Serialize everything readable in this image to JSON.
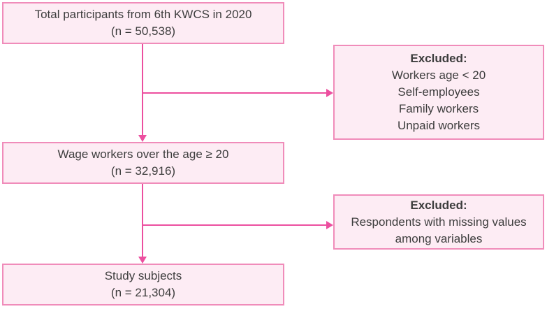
{
  "flowchart": {
    "colors": {
      "box_border": "#f08cba",
      "box_fill": "#fdecf4",
      "arrow": "#ec4f9f",
      "text": "#3d3d3d",
      "background": "#ffffff"
    },
    "boxes": {
      "total": {
        "label": "Total participants from 6th KWCS in 2020",
        "n": "(n = 50,538)"
      },
      "excluded1": {
        "title": "Excluded:",
        "items": [
          "Workers age < 20",
          "Self-employees",
          "Family workers",
          "Unpaid workers"
        ]
      },
      "wage": {
        "label": "Wage workers over the age ≥ 20",
        "n": "(n = 32,916)"
      },
      "excluded2": {
        "title": "Excluded:",
        "items": [
          "Respondents with missing values among variables"
        ]
      },
      "study": {
        "label": "Study subjects",
        "n": "(n = 21,304)"
      }
    }
  }
}
